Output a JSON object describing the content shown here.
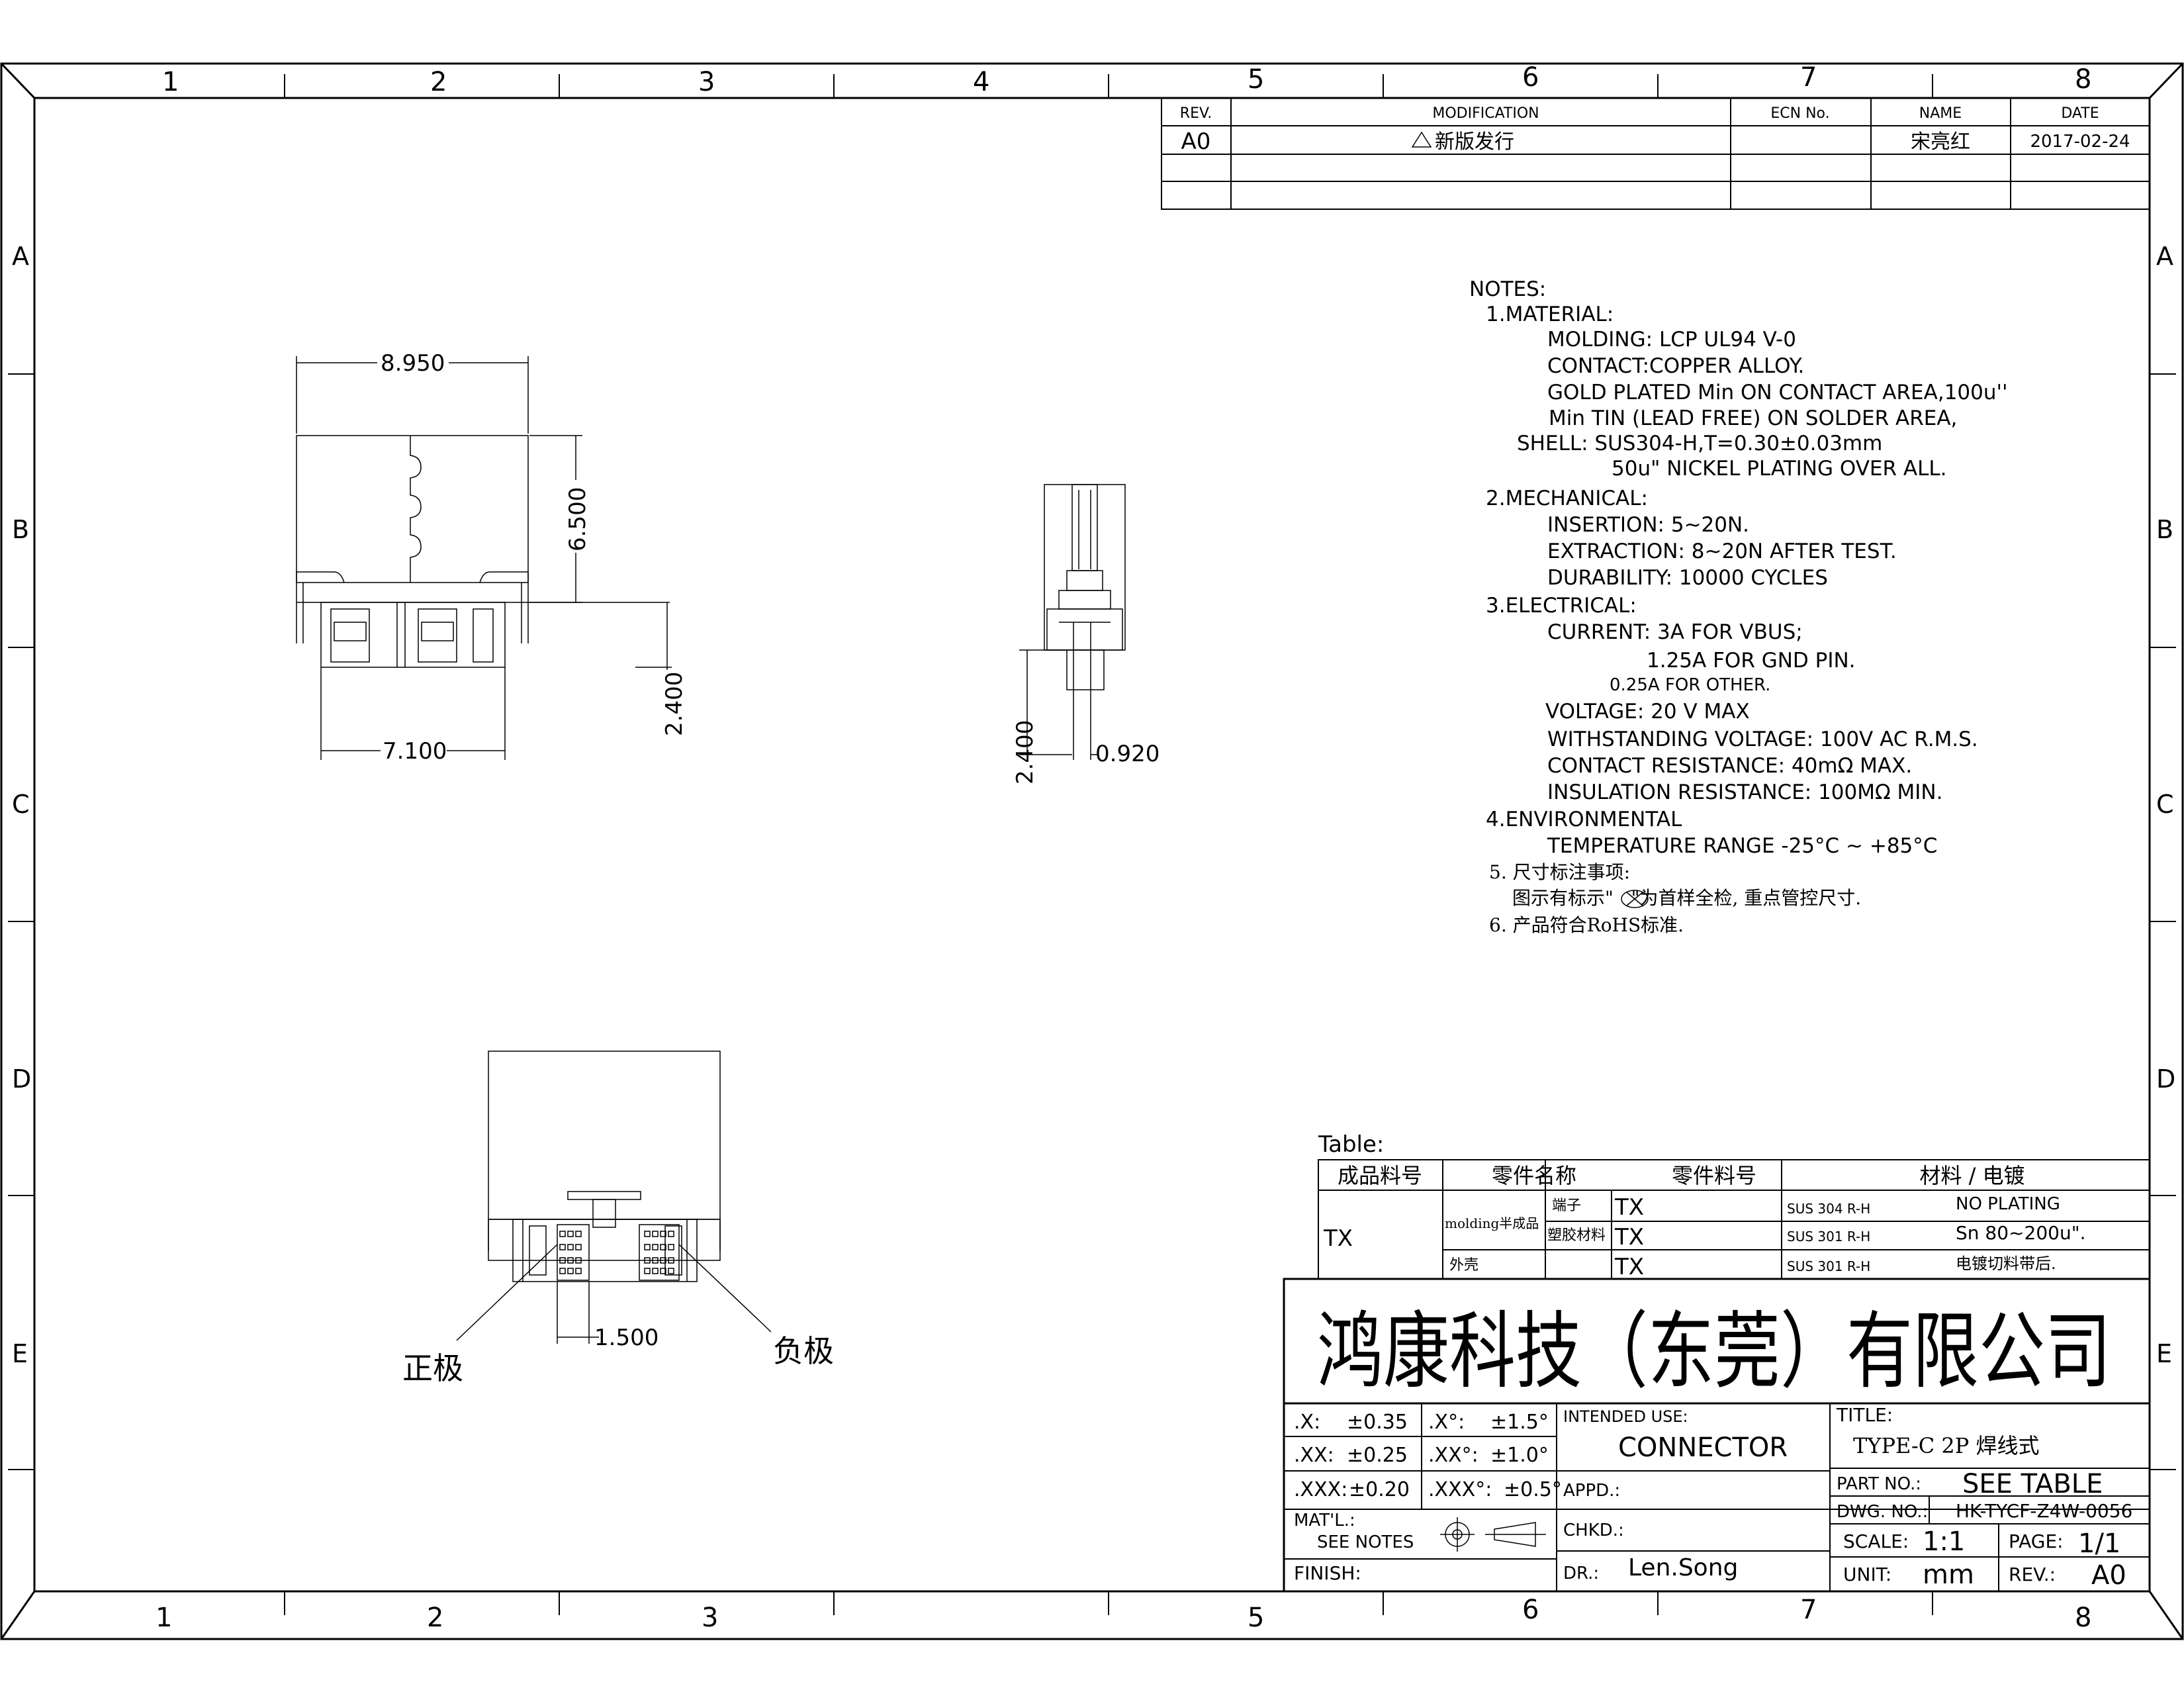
{
  "border": {
    "columns": [
      "1",
      "2",
      "3",
      "4",
      "5",
      "6",
      "7",
      "8"
    ],
    "bottom_columns": [
      "1",
      "2",
      "3",
      "5",
      "6",
      "7",
      "8"
    ],
    "rows": [
      "A",
      "B",
      "C",
      "D",
      "E"
    ]
  },
  "revision_table": {
    "headers": {
      "rev": "REV.",
      "modification": "MODIFICATION",
      "ecn": "ECN No.",
      "name": "NAME",
      "date": "DATE"
    },
    "row": {
      "rev": "A0",
      "modification": "新版发行",
      "ecn": "",
      "name": "宋亮红",
      "date": "2017-02-24"
    }
  },
  "notes": {
    "heading": "NOTES:",
    "lines": [
      "1.MATERIAL:",
      "MOLDING:  LCP  UL94  V-0",
      "CONTACT:COPPER  ALLOY.",
      "GOLD  PLATED  Min  ON  CONTACT  AREA,100u''",
      "Min  TIN  (LEAD  FREE)  ON  SOLDER  AREA,",
      "SHELL:  SUS304-H,T=0.30±0.03mm",
      "50u\"  NICKEL  PLATING  OVER  ALL.",
      "2.MECHANICAL:",
      "INSERTION:  5~20N.",
      "EXTRACTION:  8~20N  AFTER  TEST.",
      "DURABILITY:  10000  CYCLES",
      "3.ELECTRICAL:",
      "CURRENT:  3A  FOR  VBUS;",
      "1.25A  FOR  GND  PIN.",
      "0.25A FOR OTHER.",
      "VOLTAGE:  20  V  MAX",
      "WITHSTANDING  VOLTAGE:  100V  AC  R.M.S.",
      "CONTACT  RESISTANCE:  40mΩ  MAX.",
      "INSULATION  RESISTANCE:  100MΩ  MIN.",
      "4.ENVIRONMENTAL",
      "TEMPERATURE  RANGE  -25°C  ~  +85°C",
      "5. 尺寸标注事项:",
      "图示有标示\"   \"为首样全检, 重点管控尺寸.",
      "6. 产品符合RoHS标准."
    ]
  },
  "dimensions": {
    "top_width": "8.950",
    "top_height": "6.500",
    "bottom_width": "7.100",
    "right_height": "2.400",
    "side_height": "2.400",
    "side_width": "0.920",
    "pin_pitch": "1.500"
  },
  "polarity": {
    "positive": "正极",
    "negative": "负极"
  },
  "parts_table": {
    "caption": "Table:",
    "headers": [
      "成品料号",
      "零件名称",
      "零件料号",
      "材料 / 电镀"
    ],
    "product_no": "TX",
    "group_label": "molding半成品",
    "rows": [
      {
        "name": "端子",
        "part": "TX",
        "material": "SUS 304 R-H",
        "plating": "NO  PLATING"
      },
      {
        "name": "塑胶材料",
        "part": "TX",
        "material": "SUS 301 R-H",
        "plating": "Sn  80~200u\"."
      },
      {
        "name": "外壳",
        "part": "TX",
        "material": "SUS 301 R-H",
        "plating": "电镀切料带后."
      }
    ]
  },
  "title_block": {
    "company": "鸿康科技（东莞）有限公司",
    "tolerances": [
      {
        "label": ".X:",
        "value": "±0.35",
        "alabel": ".X°:",
        "avalue": "±1.5°"
      },
      {
        "label": ".XX:",
        "value": "±0.25",
        "alabel": ".XX°:",
        "avalue": "±1.0°"
      },
      {
        "label": ".XXX:",
        "value": "±0.20",
        "alabel": ".XXX°:",
        "avalue": "±0.5°"
      }
    ],
    "material_label": "MAT'L.:",
    "material_value": "SEE NOTES",
    "finish_label": "FINISH:",
    "intended_use_label": "INTENDED USE:",
    "intended_use": "CONNECTOR",
    "appd_label": "APPD.:",
    "chkd_label": "CHKD.:",
    "dr_label": "DR.:",
    "drawn_by": "Len.Song",
    "title_label": "TITLE:",
    "title": "TYPE-C 2P 焊线式",
    "part_no_label": "PART NO.:",
    "part_no": "SEE  TABLE",
    "dwg_no_label": "DWG. NO.:",
    "dwg_no": "HK-TYCF-Z4W-0056",
    "scale_label": "SCALE:",
    "scale": "1:1",
    "page_label": "PAGE:",
    "page": "1/1",
    "unit_label": "UNIT:",
    "unit": "mm",
    "rev_label": "REV.:",
    "rev": "A0"
  }
}
